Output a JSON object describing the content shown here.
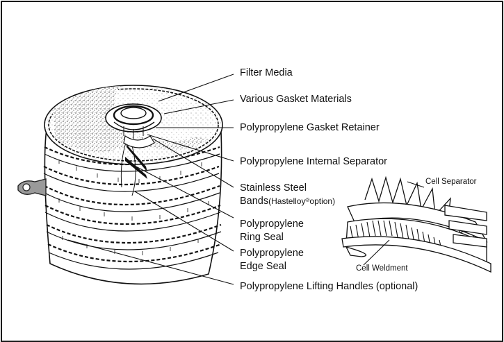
{
  "labels": {
    "filter_media": "Filter Media",
    "gasket_materials": "Various Gasket Materials",
    "gasket_retainer": "Polypropylene Gasket Retainer",
    "internal_separator": "Polypropylene Internal Separator",
    "bands_line1": "Stainless Steel",
    "bands_line2_a": "Bands",
    "bands_line2_b": "(Hastelloy",
    "bands_reg": "®",
    "bands_line2_c": "option)",
    "ring_seal_line1": "Polypropylene",
    "ring_seal_line2": "Ring Seal",
    "edge_seal_line1": "Polypropylene",
    "edge_seal_line2": "Edge Seal",
    "lifting_handles": "Polypropylene Lifting Handles (optional)",
    "cell_separator": "Cell Separator",
    "cell_weldment": "Cell Weldment"
  },
  "colors": {
    "ink": "#111111",
    "frame": "#1a1a1a",
    "handle_fill": "#9a9a9a",
    "media_speckle": "#333333"
  },
  "icons": [
    "lifting-handle-icon"
  ]
}
